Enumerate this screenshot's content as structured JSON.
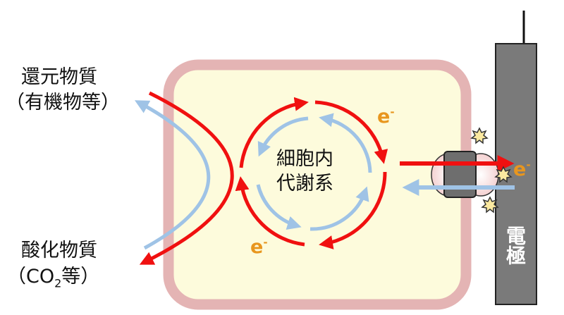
{
  "labels": {
    "reductant_line1": "還元物質",
    "reductant_line2": "（有機物等）",
    "oxidant_line1": "酸化物質",
    "oxidant_line2_a": "（CO",
    "oxidant_line2_sub": "2",
    "oxidant_line2_b": "等）",
    "metabolism_line1": "細胞内",
    "metabolism_line2": "代謝系",
    "electron": "e",
    "electron_sup": "-",
    "electrode": "電極"
  },
  "colors": {
    "red_arrow": "#f01010",
    "blue_arrow": "#9fc3e6",
    "cell_fill": "#fdfbdc",
    "membrane": "#e4b4b4",
    "electrode": "#7a7a7a",
    "electron": "#e8961e"
  }
}
